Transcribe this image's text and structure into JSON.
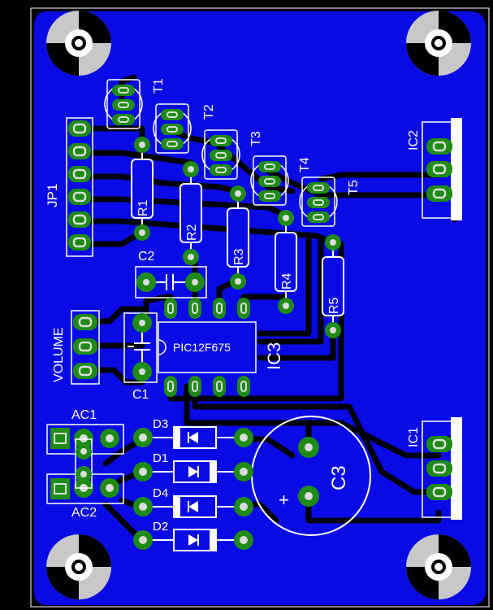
{
  "board": {
    "colors": {
      "background": "#000000",
      "copper": "#0a0ae6",
      "trace": "#000000",
      "pad": "#1e8c14",
      "drill": "#dcdcdc",
      "silkscreen": "#ffffff",
      "mounting_grey": "#c8c8c8"
    }
  },
  "labels": {
    "t1": "T1",
    "t2": "T2",
    "t3": "T3",
    "t4": "T4",
    "t5": "T5",
    "jp1": "JP1",
    "r1": "R1",
    "r2": "R2",
    "r3": "R3",
    "r4": "R4",
    "r5": "R5",
    "c1": "C1",
    "c2": "C2",
    "c3": "C3",
    "c3_polarity": "+",
    "ic1": "IC1",
    "ic2": "IC2",
    "ic3": "IC3",
    "ic3_part": "PIC12F675",
    "volume": "VOLUME",
    "ac1": "AC1",
    "ac2": "AC2",
    "d1": "D1",
    "d2": "D2",
    "d3": "D3",
    "d4": "D4"
  }
}
